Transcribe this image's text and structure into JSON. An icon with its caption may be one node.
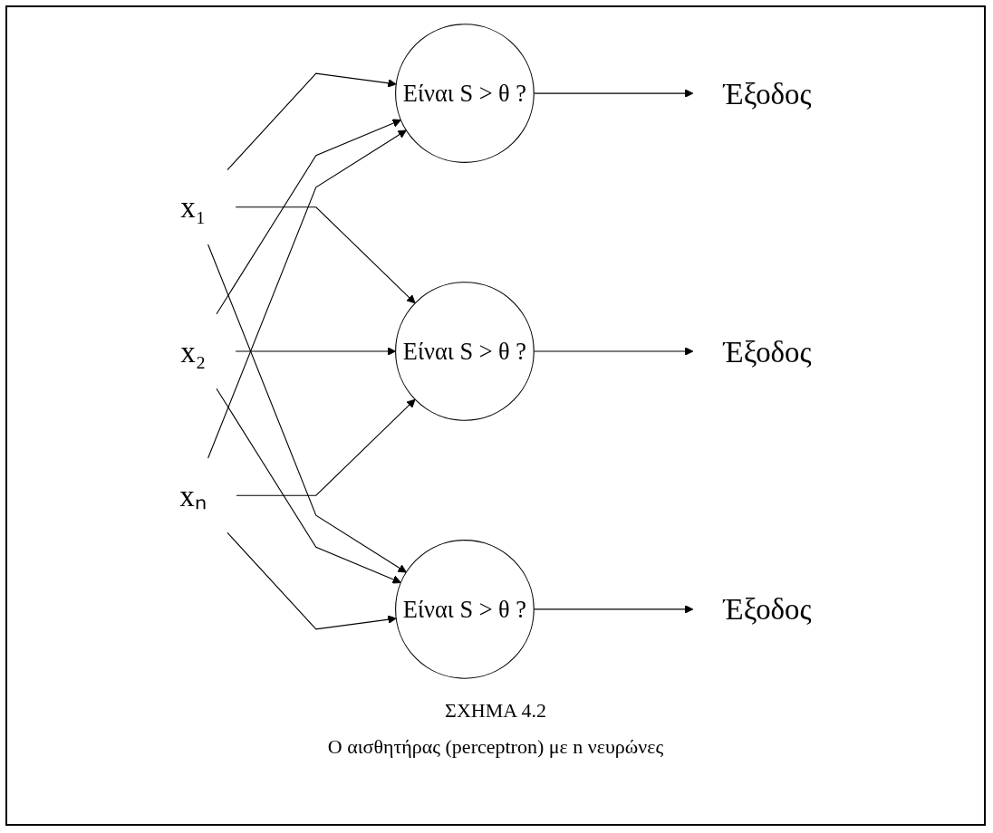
{
  "diagram": {
    "title": "ΣΧΗΜΑ 4.2",
    "caption": "Ο αισθητήρας (perceptron) με n νευρώνες",
    "nodes": [
      {
        "text": [
          "x₁"
        ]
      },
      {
        "text": [
          "Είναι S > θ ?"
        ]
      },
      {
        "text": [
          "Έξοδος"
        ]
      },
      {
        "text": [
          "x₂"
        ]
      },
      {
        "text": [
          "Είναι S > θ ?"
        ]
      },
      {
        "text": [
          "Έξοδος"
        ]
      },
      {
        "text": [
          "xₙ"
        ]
      },
      {
        "text": [
          "Είναι S > θ ?"
        ]
      },
      {
        "text": [
          "Έξοδος"
        ]
      }
    ],
    "edges": [
      {
        "from": 0,
        "to": 1,
        "arrow": "to"
      },
      {
        "from": 0,
        "to": 4,
        "arrow": "to"
      },
      {
        "from": 0,
        "to": 7,
        "arrow": "to"
      },
      {
        "from": 3,
        "to": 1,
        "arrow": "to"
      },
      {
        "from": 3,
        "to": 4,
        "arrow": "to"
      },
      {
        "from": 3,
        "to": 7,
        "arrow": "to"
      },
      {
        "from": 6,
        "to": 1,
        "arrow": "to"
      },
      {
        "from": 6,
        "to": 4,
        "arrow": "to"
      },
      {
        "from": 6,
        "to": 7,
        "arrow": "to"
      },
      {
        "from": 1,
        "to": 2,
        "arrow": "to"
      },
      {
        "from": 4,
        "to": 5,
        "arrow": "to"
      },
      {
        "from": 7,
        "to": 8,
        "arrow": "to"
      }
    ]
  }
}
